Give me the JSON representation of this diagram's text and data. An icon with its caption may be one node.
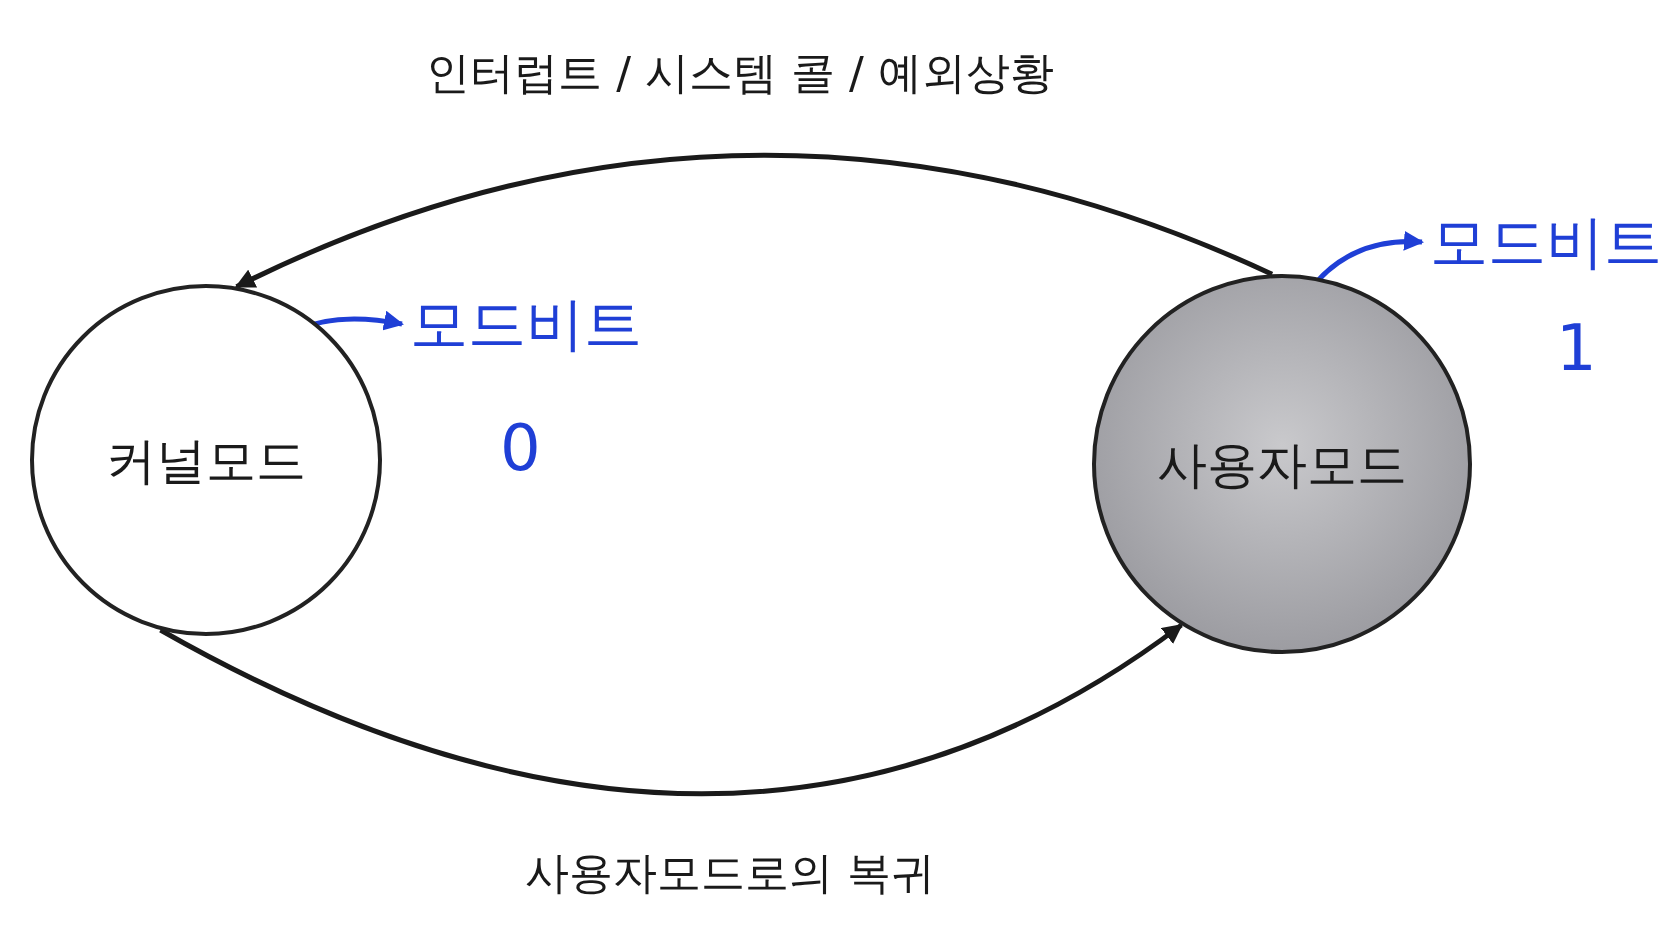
{
  "diagram": {
    "nodes": [
      {
        "text": [
          "커널모드"
        ]
      },
      {
        "text": [
          "사용자모드"
        ]
      },
      {
        "text": [
          "모드비트"
        ],
        "beside": [
          "0"
        ]
      },
      {
        "text": [
          "모드비트"
        ],
        "beside": [
          "1"
        ]
      }
    ],
    "edges": [
      {
        "from": 1,
        "to": 0,
        "arrow": "to",
        "label": "인터럽트 / 시스템 콜 / 예외상황"
      },
      {
        "from": 0,
        "to": 1,
        "arrow": "to",
        "label": "사용자모드로의 복귀"
      },
      {
        "from": 0,
        "to": 2,
        "arrow": "to",
        "color": "#1f3fd6"
      },
      {
        "from": 1,
        "to": 3,
        "arrow": "to",
        "color": "#1f3fd6"
      }
    ]
  }
}
